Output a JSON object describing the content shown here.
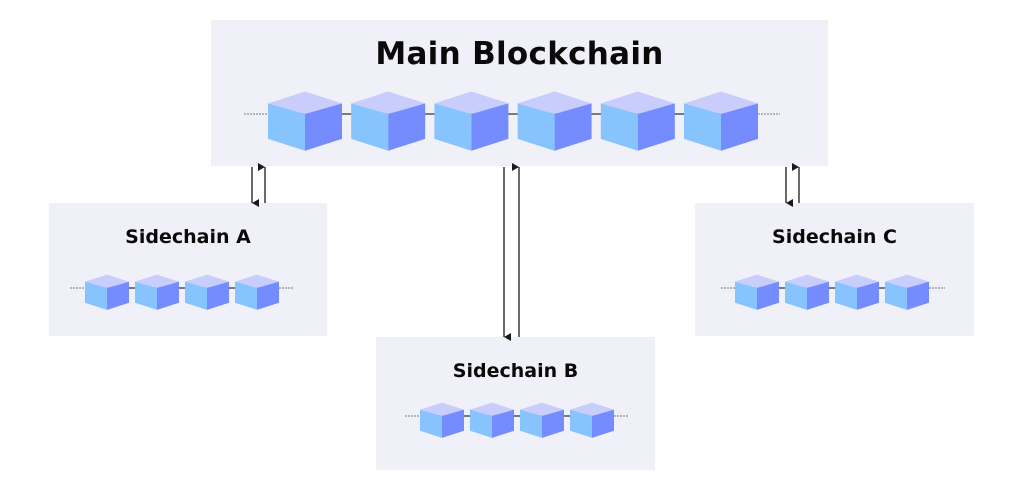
{
  "main_chain": {
    "title": "Main Blockchain",
    "block_count": 6
  },
  "sidechains": [
    {
      "id": "a",
      "title": "Sidechain A",
      "block_count": 4
    },
    {
      "id": "b",
      "title": "Sidechain B",
      "block_count": 4
    },
    {
      "id": "c",
      "title": "Sidechain C",
      "block_count": 4
    }
  ],
  "connections": [
    {
      "from": "Main Blockchain",
      "to": "Sidechain A",
      "bidirectional": true
    },
    {
      "from": "Main Blockchain",
      "to": "Sidechain B",
      "bidirectional": true
    },
    {
      "from": "Main Blockchain",
      "to": "Sidechain C",
      "bidirectional": true
    }
  ],
  "colors": {
    "panel_bg": "#f0f0f9",
    "block_top": "#c8cdfb",
    "block_left": "#87c3fd",
    "block_right": "#748cfe",
    "link_line": "#7a7a7a",
    "arrow": "#1a1a1a",
    "text": "#0a0a0a"
  }
}
